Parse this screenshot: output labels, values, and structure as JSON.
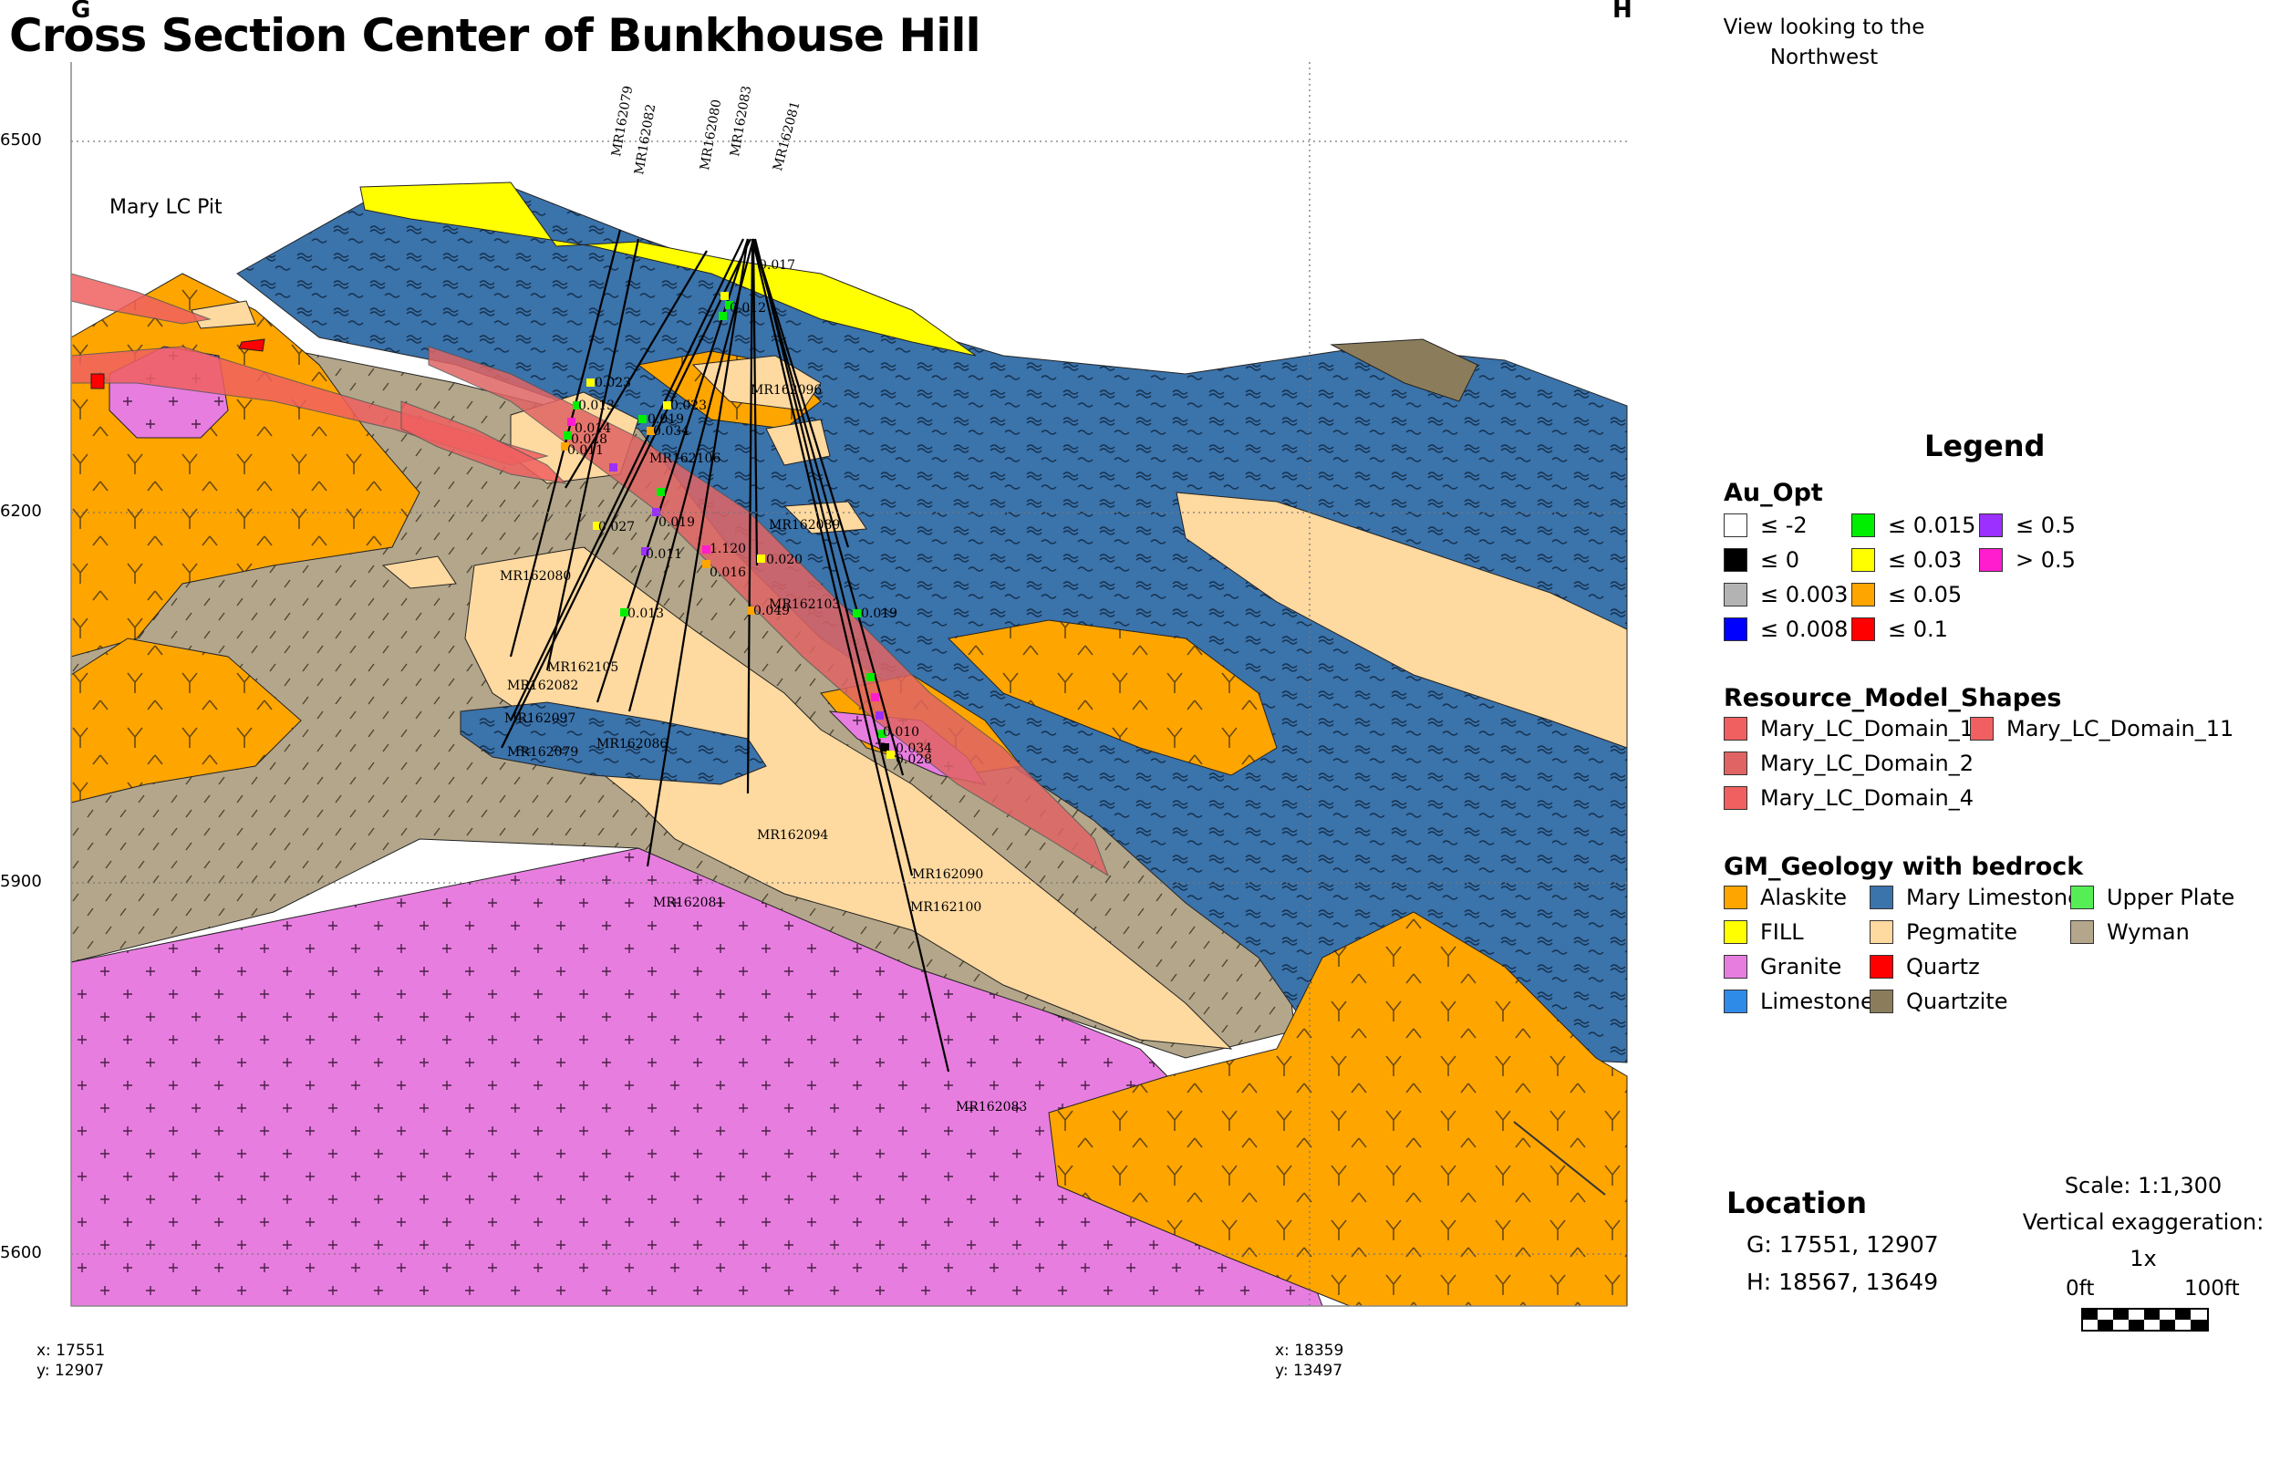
{
  "title": "Cross Section Center of Bunkhouse Hill",
  "corner_labels": {
    "left": "G",
    "right": "H"
  },
  "view_direction": "View looking to the Northwest",
  "pit_label": "Mary LC Pit",
  "elevation_labels": [
    "6500",
    "6200",
    "5900",
    "5600"
  ],
  "bottom_coords": [
    {
      "x": "x: 17551",
      "y": "y: 12907"
    },
    {
      "x": "x: 18359",
      "y": "y: 13497"
    }
  ],
  "drill_holes": [
    "MR162079",
    "MR162082",
    "MR162080",
    "MR162083",
    "MR162081",
    "MR162096",
    "MR162106",
    "MR162089",
    "MR162080",
    "MR162103",
    "MR162105",
    "MR162082",
    "MR162097",
    "MR162079",
    "MR162086",
    "MR162094",
    "MR162090",
    "MR162081",
    "MR162100",
    "MR162083"
  ],
  "assay_values": [
    "0.023",
    "0.013",
    "0.014",
    "0.028",
    "0.011",
    "0.023",
    "0.019",
    "0.034",
    "0.027",
    "0.019",
    "0.011",
    "1.120",
    "0.016",
    "0.020",
    "0.013",
    "0.049",
    "0.019",
    "0.010",
    "0.034",
    "0.028",
    "0.017",
    "0.012"
  ],
  "legend": {
    "title": "Legend",
    "au_opt": {
      "title": "Au_Opt",
      "items": [
        {
          "label": "≤ -2",
          "color": "#ffffff"
        },
        {
          "label": "≤ 0",
          "color": "#000000"
        },
        {
          "label": "≤ 0.003",
          "color": "#b3b3b3"
        },
        {
          "label": "≤ 0.008",
          "color": "#0000ff"
        },
        {
          "label": "≤ 0.015",
          "color": "#00ee00"
        },
        {
          "label": "≤ 0.03",
          "color": "#ffff00"
        },
        {
          "label": "≤ 0.05",
          "color": "#ffa500"
        },
        {
          "label": "≤ 0.1",
          "color": "#ff0000"
        },
        {
          "label": "≤ 0.5",
          "color": "#9b30ff"
        },
        {
          "label": "> 0.5",
          "color": "#ff1dce"
        }
      ]
    },
    "resource_model": {
      "title": "Resource_Model_Shapes",
      "items": [
        {
          "label": "Mary_LC_Domain_1",
          "color": "#f06060"
        },
        {
          "label": "Mary_LC_Domain_11",
          "color": "#f06060"
        },
        {
          "label": "Mary_LC_Domain_2",
          "color": "#e06464"
        },
        {
          "label": "Mary_LC_Domain_4",
          "color": "#f06060"
        }
      ]
    },
    "geology": {
      "title": "GM_Geology with bedrock",
      "items": [
        {
          "label": "Alaskite",
          "color": "#ffa500"
        },
        {
          "label": "Mary Limestone",
          "color": "#3b73ab"
        },
        {
          "label": "Upper Plate",
          "color": "#55ee55"
        },
        {
          "label": "FILL",
          "color": "#ffff00"
        },
        {
          "label": "Pegmatite",
          "color": "#fed9a0"
        },
        {
          "label": "Wyman",
          "color": "#b3a68a"
        },
        {
          "label": "Granite",
          "color": "#e87de0"
        },
        {
          "label": "Quartz",
          "color": "#ff0000"
        },
        {
          "label": "Limestone",
          "color": "#2f8be8"
        },
        {
          "label": "Quartzite",
          "color": "#8b7d5c"
        }
      ]
    }
  },
  "location": {
    "title": "Location",
    "g": "G:   17551, 12907",
    "h": "H:   18567, 13649"
  },
  "scale": {
    "scale_text": "Scale: 1:1,300",
    "exaggeration_text": "Vertical exaggeration: 1x",
    "bar_start": "0ft",
    "bar_end": "100ft"
  }
}
